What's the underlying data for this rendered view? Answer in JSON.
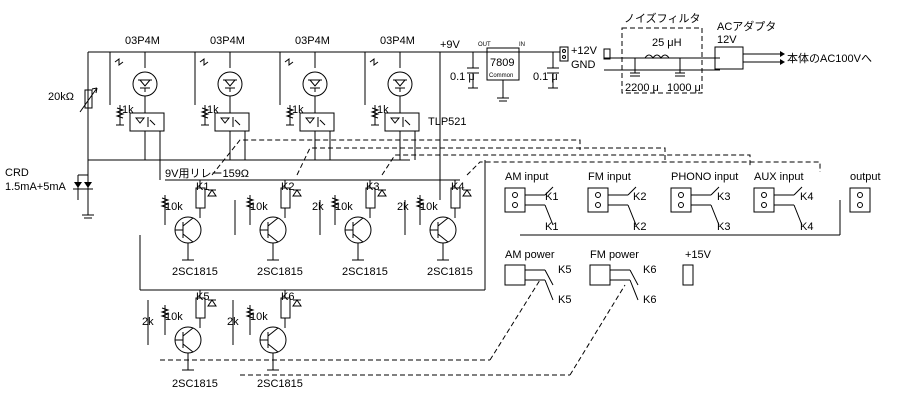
{
  "triacs": [
    "03P4M",
    "03P4M",
    "03P4M",
    "03P4M"
  ],
  "photocoupler": "TLP521",
  "crd": {
    "name": "CRD",
    "spec": "1.5mA+5mA"
  },
  "r20k": "20kΩ",
  "r1k": "1k",
  "r10k": "10k",
  "r2k": "2k",
  "relay_note": "9V用リレー159Ω",
  "transistor": "2SC1815",
  "relays": [
    "K1",
    "K2",
    "K3",
    "K4",
    "K5",
    "K6"
  ],
  "supply": {
    "v9": "+9V",
    "v12": "+12V",
    "gnd": "GND",
    "v15": "+15V"
  },
  "regulator": {
    "part": "7809",
    "out": "OUT",
    "in": "IN",
    "common": "Common"
  },
  "cap_01u": "0.1 μ",
  "noise_filter": {
    "title": "ノイズフィルタ",
    "inductor": "25 μH",
    "c1": "2200 μ",
    "c2": "1000 μ"
  },
  "adapter": {
    "title": "ACアダプタ",
    "volt": "12V",
    "dest": "本体のAC100Vへ"
  },
  "inputs": [
    "AM input",
    "FM input",
    "PHONO input",
    "AUX input"
  ],
  "output": "output",
  "powers": [
    "AM power",
    "FM power"
  ]
}
